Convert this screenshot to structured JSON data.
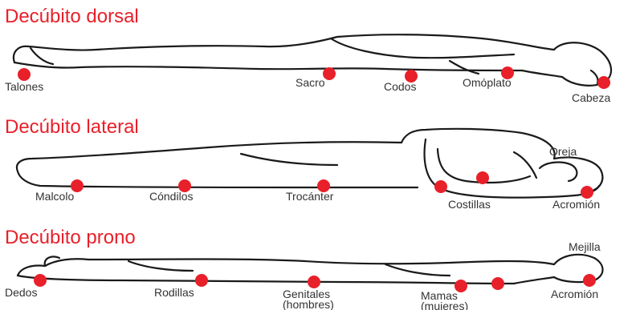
{
  "colors": {
    "accent": "#e8202a",
    "outline": "#1a1a1a",
    "label": "#333333"
  },
  "sections": [
    {
      "title": "Decúbito dorsal",
      "points": [
        {
          "label": "Talones"
        },
        {
          "label": "Sacro"
        },
        {
          "label": "Codos"
        },
        {
          "label": "Omóplato"
        },
        {
          "label": "Cabeza"
        }
      ]
    },
    {
      "title": "Decúbito lateral",
      "points": [
        {
          "label": "Malcolo"
        },
        {
          "label": "Cóndilos"
        },
        {
          "label": "Trocánter"
        },
        {
          "label": "Costillas"
        },
        {
          "label": "Oreja"
        },
        {
          "label": "Acromión"
        }
      ]
    },
    {
      "title": "Decúbito prono",
      "points": [
        {
          "label": "Dedos"
        },
        {
          "label": "Rodillas"
        },
        {
          "label": "Genitales\n(hombres)"
        },
        {
          "label": "Mamas\n(mujeres)"
        },
        {
          "label": "Mejilla"
        },
        {
          "label": "Acromión"
        }
      ]
    }
  ]
}
